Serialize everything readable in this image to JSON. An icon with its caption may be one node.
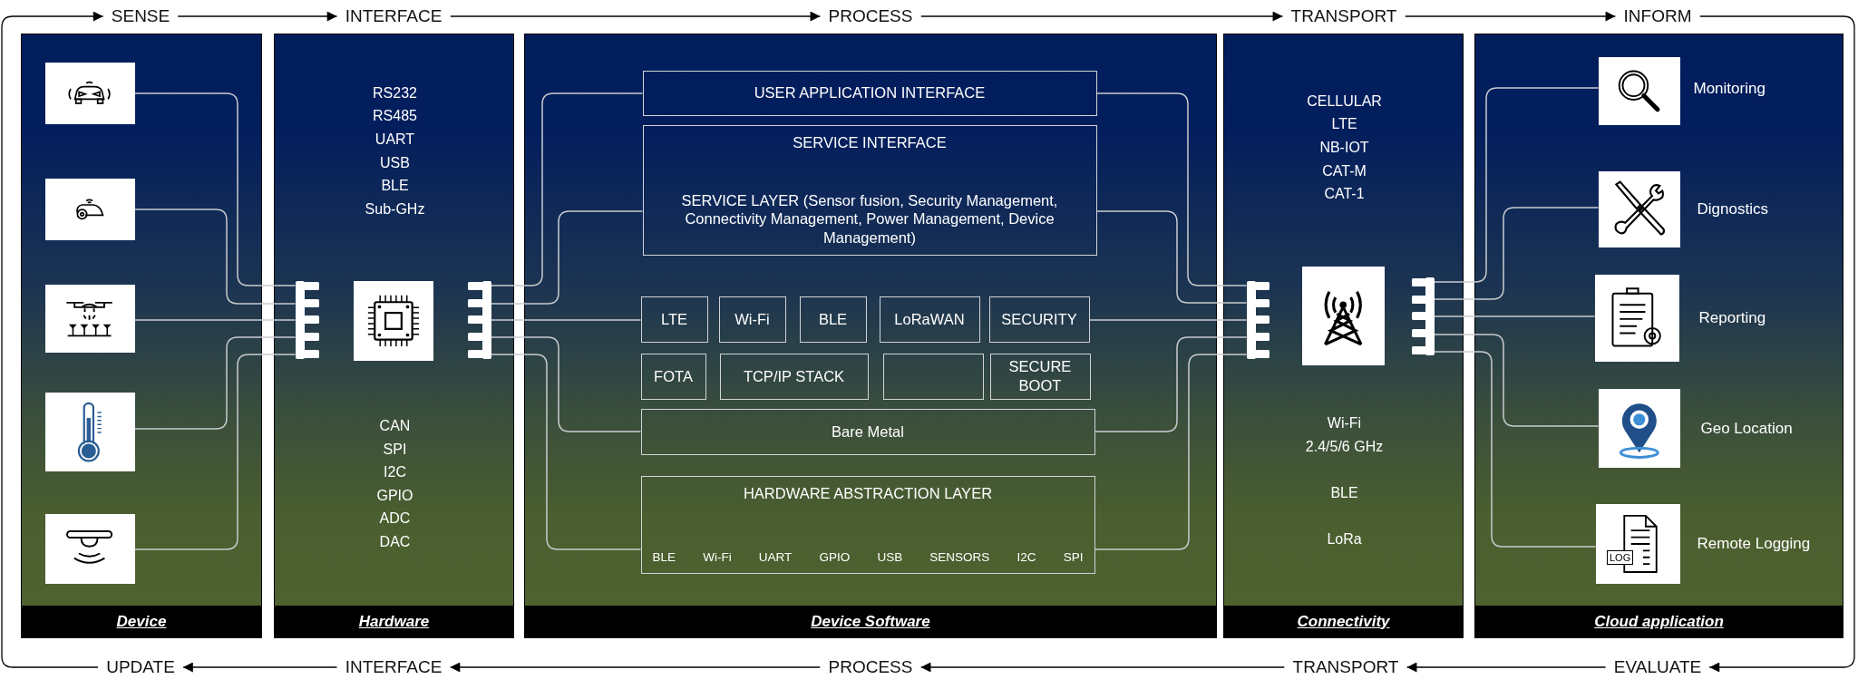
{
  "diagram": {
    "nodes": [
      {
        "text": [
          "SENSE"
        ]
      },
      {
        "text": [
          "INTERFACE"
        ]
      },
      {
        "text": [
          "PROCESS"
        ]
      },
      {
        "text": [
          "TRANSPORT"
        ]
      },
      {
        "text": [
          "INFORM"
        ]
      },
      {
        "text": [
          "Device"
        ]
      },
      {
        "text": [],
        "shape": "picture",
        "in": 5
      },
      {
        "text": [],
        "shape": "picture",
        "in": 5
      },
      {
        "text": [],
        "shape": "picture",
        "in": 5
      },
      {
        "text": [],
        "shape": "picture",
        "in": 5
      },
      {
        "text": [],
        "shape": "picture",
        "in": 5
      },
      {
        "text": [
          "RS232",
          "RS485",
          "UART",
          "USB",
          "BLE",
          "Sub-GHz",
          "CAN",
          "SPI",
          "I2C",
          "GPIO",
          "ADC",
          "DAC",
          "Hardware"
        ]
      },
      {
        "text": [],
        "shape": "bar",
        "in": 11
      },
      {
        "text": [],
        "shape": "picture",
        "in": 11
      },
      {
        "text": [],
        "shape": "bar",
        "in": 11
      },
      {
        "text": [
          "Device Software"
        ]
      },
      {
        "text": [
          "USER APPLICATION INTERFACE"
        ],
        "in": 15
      },
      {
        "text": [
          "SERVICE INTERFACE",
          "SERVICE LAYER (Sensor fusion, Security Management, Connectivity Management, Power Management, Device Management)"
        ],
        "in": 15
      },
      {
        "text": [
          "LTE"
        ],
        "in": 15
      },
      {
        "text": [
          "Wi-Fi"
        ],
        "in": 15
      },
      {
        "text": [
          "BLE"
        ],
        "in": 15
      },
      {
        "text": [
          "LoRaWAN"
        ],
        "in": 15
      },
      {
        "text": [
          "SECURITY"
        ],
        "in": 15
      },
      {
        "text": [
          "FOTA"
        ],
        "in": 15
      },
      {
        "text": [
          "TCP/IP STACK"
        ],
        "in": 15
      },
      {
        "text": [],
        "shape": "box",
        "in": 15
      },
      {
        "text": [
          "SECURE BOOT"
        ],
        "in": 15
      },
      {
        "text": [
          "Bare Metal"
        ],
        "in": 15
      },
      {
        "text": [
          "HARDWARE ABSTRACTION LAYER",
          "BLE",
          "Wi-Fi",
          "UART",
          "GPIO",
          "USB",
          "SENSORS",
          "I2C",
          "SPI"
        ],
        "in": 15
      },
      {
        "text": [
          "CELLULAR",
          "LTE",
          "NB-IOT",
          "CAT-M",
          "CAT-1",
          "Wi-Fi",
          "2.4/5/6 GHz",
          "BLE",
          "LoRa",
          "Connectivity"
        ]
      },
      {
        "text": [],
        "shape": "bar",
        "in": 29
      },
      {
        "text": [],
        "shape": "picture",
        "in": 29
      },
      {
        "text": [],
        "shape": "bar",
        "in": 29
      },
      {
        "text": [
          "Cloud application"
        ]
      },
      {
        "text": [],
        "shape": "picture",
        "in": 33,
        "beside": [
          "Monitoring"
        ]
      },
      {
        "text": [],
        "shape": "picture",
        "in": 33,
        "beside": [
          "Dignostics"
        ]
      },
      {
        "text": [],
        "shape": "picture",
        "in": 33,
        "beside": [
          "Reporting"
        ]
      },
      {
        "text": [],
        "shape": "picture",
        "in": 33,
        "beside": [
          "Geo Location"
        ]
      },
      {
        "text": [],
        "shape": "picture",
        "in": 33,
        "beside": [
          "Remote Logging"
        ]
      },
      {
        "text": [
          "UPDATE"
        ]
      },
      {
        "text": [
          "INTERFACE"
        ]
      },
      {
        "text": [
          "PROCESS"
        ]
      },
      {
        "text": [
          "TRANSPORT"
        ]
      },
      {
        "text": [
          "EVALUATE"
        ]
      }
    ],
    "edges": [
      {
        "from": 0,
        "to": 1,
        "arrow": "to",
        "color": "#000000"
      },
      {
        "from": 1,
        "to": 2,
        "arrow": "to",
        "color": "#000000"
      },
      {
        "from": 2,
        "to": 3,
        "arrow": "to",
        "color": "#000000"
      },
      {
        "from": 3,
        "to": 4,
        "arrow": "to",
        "color": "#000000"
      },
      {
        "from": 4,
        "to": 43,
        "arrow": "to",
        "color": "#000000"
      },
      {
        "from": 43,
        "to": 42,
        "arrow": "to",
        "color": "#000000"
      },
      {
        "from": 42,
        "to": 41,
        "arrow": "to",
        "color": "#000000"
      },
      {
        "from": 41,
        "to": 40,
        "arrow": "to",
        "color": "#000000"
      },
      {
        "from": 40,
        "to": 39,
        "arrow": "to",
        "color": "#000000"
      },
      {
        "from": 39,
        "to": 0,
        "arrow": "to",
        "color": "#000000"
      },
      {
        "from": 6,
        "to": 12,
        "arrow": "none"
      },
      {
        "from": 7,
        "to": 12,
        "arrow": "none"
      },
      {
        "from": 8,
        "to": 12,
        "arrow": "none"
      },
      {
        "from": 9,
        "to": 12,
        "arrow": "none"
      },
      {
        "from": 10,
        "to": 12,
        "arrow": "none"
      },
      {
        "from": 14,
        "to": 16,
        "arrow": "none"
      },
      {
        "from": 14,
        "to": 17,
        "arrow": "none"
      },
      {
        "from": 14,
        "to": 18,
        "arrow": "none"
      },
      {
        "from": 14,
        "to": 27,
        "arrow": "none"
      },
      {
        "from": 14,
        "to": 28,
        "arrow": "none"
      },
      {
        "from": 16,
        "to": 30,
        "arrow": "none"
      },
      {
        "from": 17,
        "to": 30,
        "arrow": "none"
      },
      {
        "from": 22,
        "to": 30,
        "arrow": "none"
      },
      {
        "from": 27,
        "to": 30,
        "arrow": "none"
      },
      {
        "from": 28,
        "to": 30,
        "arrow": "none"
      },
      {
        "from": 32,
        "to": 34,
        "arrow": "none"
      },
      {
        "from": 32,
        "to": 35,
        "arrow": "none"
      },
      {
        "from": 32,
        "to": 36,
        "arrow": "none"
      },
      {
        "from": 32,
        "to": 37,
        "arrow": "none"
      },
      {
        "from": 32,
        "to": 38,
        "arrow": "none"
      }
    ],
    "labels": [
      "LOG"
    ]
  }
}
